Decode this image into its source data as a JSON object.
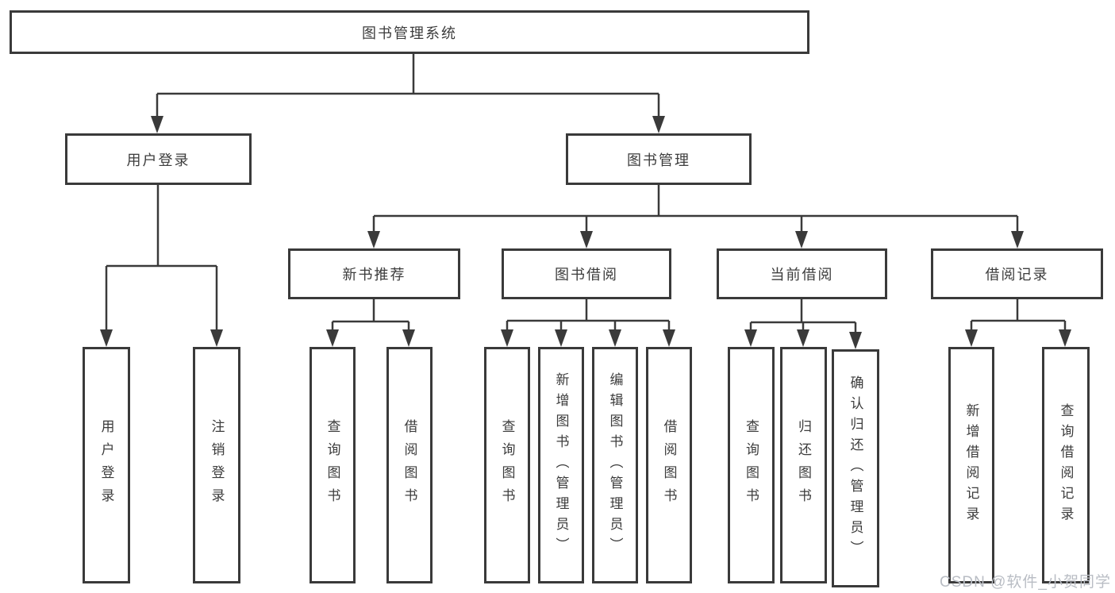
{
  "tree": {
    "label": "图书管理系统",
    "children": [
      {
        "label": "用户登录",
        "children": [
          {
            "label": "用户登录"
          },
          {
            "label": "注销登录"
          }
        ]
      },
      {
        "label": "图书管理",
        "children": [
          {
            "label": "新书推荐",
            "children": [
              {
                "label": "查询图书"
              },
              {
                "label": "借阅图书"
              }
            ]
          },
          {
            "label": "图书借阅",
            "children": [
              {
                "label": "查询图书"
              },
              {
                "label": "新增图书（管理员）"
              },
              {
                "label": "编辑图书（管理员）"
              },
              {
                "label": "借阅图书"
              }
            ]
          },
          {
            "label": "当前借阅",
            "children": [
              {
                "label": "查询图书"
              },
              {
                "label": "归还图书"
              },
              {
                "label": "确认归还（管理员）"
              }
            ]
          },
          {
            "label": "借阅记录",
            "children": [
              {
                "label": "新增借阅记录"
              },
              {
                "label": "查询借阅记录"
              }
            ]
          }
        ]
      }
    ]
  },
  "watermark": "CSDN @软件_小贺同学",
  "colors": {
    "line": "#3a3a3a",
    "box_border": "#3a3a3a",
    "box_background": "#ffffff",
    "text": "#3c3c3c",
    "watermark": "#b9bdc4",
    "background": "#ffffff"
  }
}
